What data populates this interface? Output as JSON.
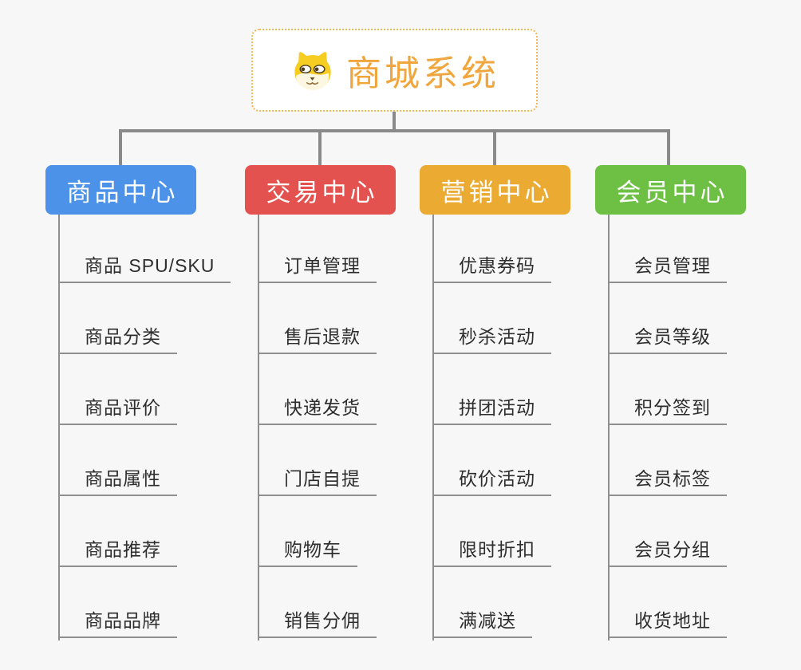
{
  "page": {
    "background_color": "#f7f7f7",
    "connector_color": "#8a8a8a",
    "leaf_line_color": "#8f8f8f",
    "leaf_text_color": "#2e2e2e"
  },
  "root": {
    "title": "商城系统",
    "icon": "dog-face-icon",
    "text_color": "#f0a63c",
    "border_color": "#f4b954",
    "background_color": "#ffffff"
  },
  "branches": [
    {
      "label": "商品中心",
      "color": "#4b92e8",
      "items": [
        "商品 SPU/SKU",
        "商品分类",
        "商品评价",
        "商品属性",
        "商品推荐",
        "商品品牌"
      ]
    },
    {
      "label": "交易中心",
      "color": "#e4524f",
      "items": [
        "订单管理",
        "售后退款",
        "快递发货",
        "门店自提",
        "购物车",
        "销售分佣"
      ]
    },
    {
      "label": "营销中心",
      "color": "#ebab33",
      "items": [
        "优惠券码",
        "秒杀活动",
        "拼团活动",
        "砍价活动",
        "限时折扣",
        "满减送"
      ]
    },
    {
      "label": "会员中心",
      "color": "#6ec044",
      "items": [
        "会员管理",
        "会员等级",
        "积分签到",
        "会员标签",
        "会员分组",
        "收货地址"
      ]
    }
  ]
}
